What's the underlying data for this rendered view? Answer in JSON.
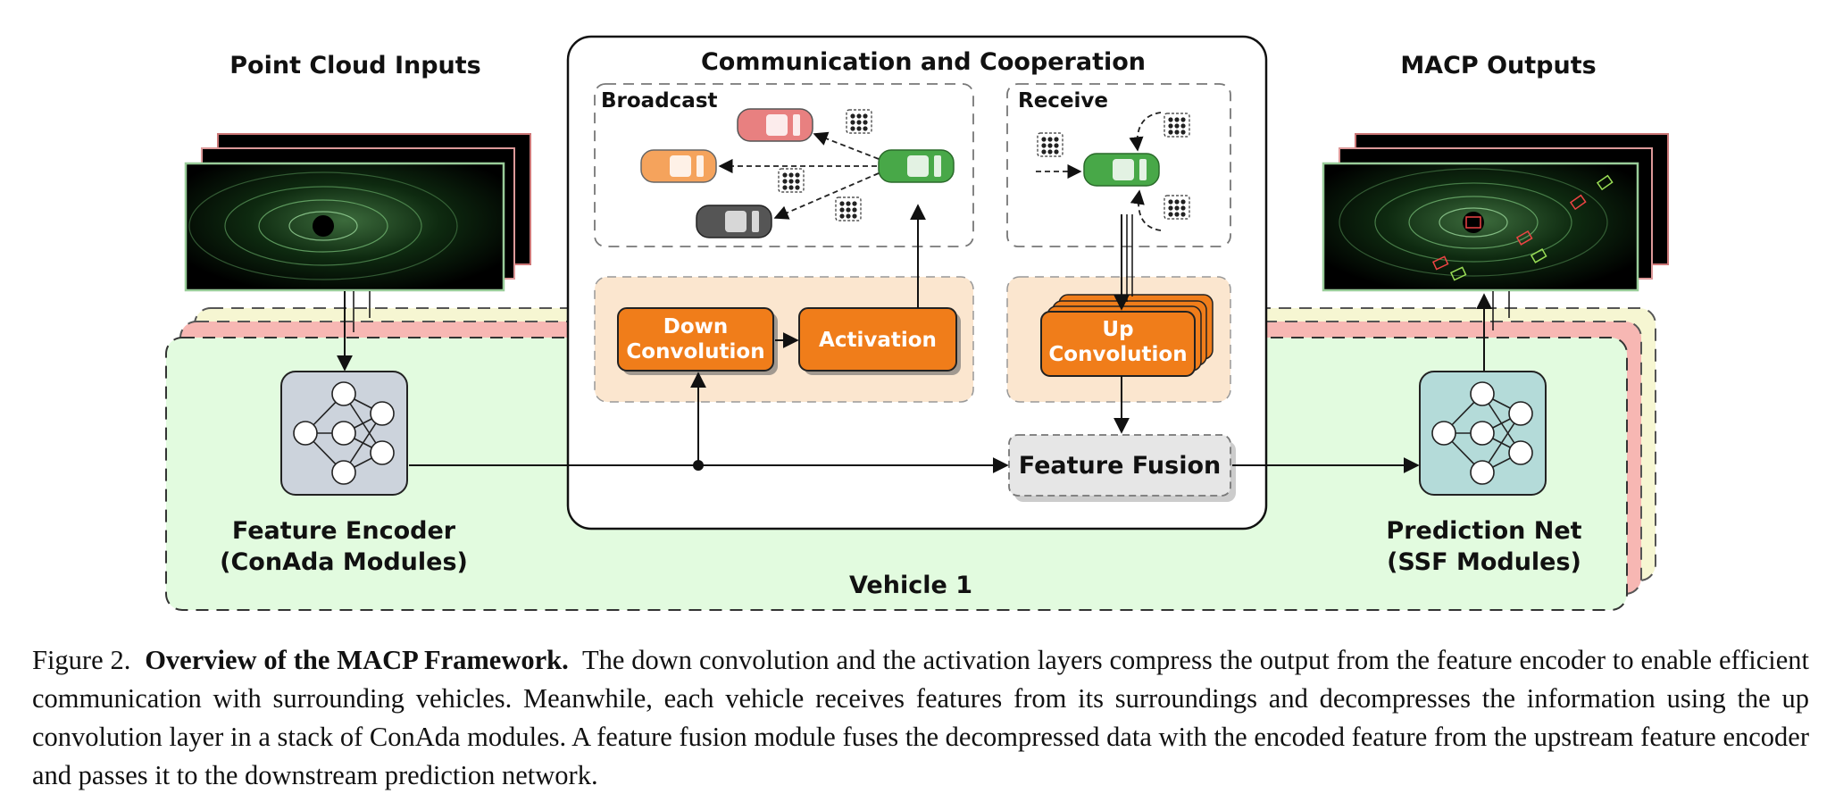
{
  "diagram": {
    "point_cloud_title": "Point Cloud Inputs",
    "outputs_title": "MACP Outputs",
    "comm_title": "Communication and Cooperation",
    "broadcast_label": "Broadcast",
    "receive_label": "Receive",
    "down_conv": [
      "Down",
      "Convolution"
    ],
    "activation": "Activation",
    "up_conv": [
      "Up",
      "Convolution"
    ],
    "feature_fusion": "Feature Fusion",
    "encoder_label": [
      "Feature Encoder",
      "(ConAda Modules)"
    ],
    "prediction_label": [
      "Prediction Net",
      "(SSF Modules)"
    ],
    "vehicle_label": "Vehicle 1",
    "colors": {
      "orange_block": "#f07d1a",
      "orange_bg": "#fbe6cf",
      "vehicle_green_bg": "#e2fbdf",
      "stack_pink": "#f7b7b3",
      "stack_yellow": "#f6f6d2",
      "encoder_box": "#ccd3dc",
      "prediction_box": "#b4dbd9",
      "fusion_box": "#e6e6e6"
    }
  },
  "caption": {
    "figure_label": "Figure 2.",
    "title": "Overview of the MACP Framework.",
    "text": "The down convolution and the activation layers compress the output from the feature encoder to enable efficient communication with surrounding vehicles. Meanwhile, each vehicle receives features from its surroundings and decompresses the information using the up convolution layer in a stack of ConAda modules. A feature fusion module fuses the decompressed data with the encoded feature from the upstream feature encoder and passes it to the downstream prediction network."
  }
}
